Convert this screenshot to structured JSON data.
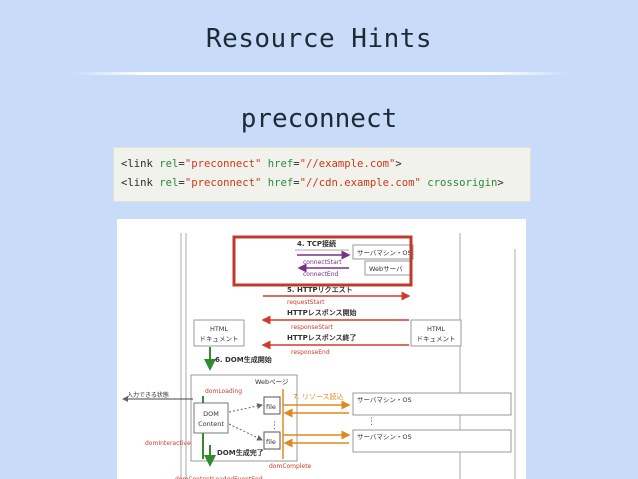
{
  "slide": {
    "title": "Resource Hints",
    "subtitle": "preconnect"
  },
  "code": {
    "lines": [
      {
        "tag_open": "<link",
        "attr1": "rel",
        "eq1": "=",
        "val1": "\"preconnect\"",
        "attr2": "href",
        "eq2": "=",
        "val2": "\"//example.com\"",
        "extra": "",
        "tag_close": ">"
      },
      {
        "tag_open": "<link",
        "attr1": "rel",
        "eq1": "=",
        "val1": "\"preconnect\"",
        "attr2": "href",
        "eq2": "=",
        "val2": "\"//cdn.example.com\"",
        "extra": "crossorigin",
        "tag_close": ">"
      }
    ]
  },
  "diagram": {
    "tcp_title": "4. TCP接続",
    "connect_start": "connectStart",
    "connect_end": "connectEnd",
    "server_os": "サーバマシン・OS",
    "web_server": "Webサーバ",
    "http_request": "5. HTTPリクエスト",
    "request_start": "requestStart",
    "response_begin": "HTTPレスポンス開始",
    "response_start": "responseStart",
    "response_end_label": "HTTPレスポンス終了",
    "response_end": "responseEnd",
    "html_doc_line1": "HTML",
    "html_doc_line2": "ドキュメント",
    "dom_build_start": "6. DOM生成開始",
    "web_page": "Webページ",
    "dom_loading": "domLoading",
    "input_ready": "入力できる状態",
    "dom_content_line1": "DOM",
    "dom_content_line2": "Content",
    "file_label": "file",
    "resource_read": "7. リソース読込",
    "dom_interactive": "domInteractive",
    "dom_build_done": "DOM生成完了",
    "dom_complete": "domComplete",
    "dom_content_loaded": "domContentLoadedEventEnd",
    "vdots": "⋮",
    "colors": {
      "highlight": "#c0392b",
      "purple": "#7a2f8c",
      "red": "#d23a2a",
      "orange": "#e08a1e",
      "green": "#2e8b2e"
    }
  }
}
